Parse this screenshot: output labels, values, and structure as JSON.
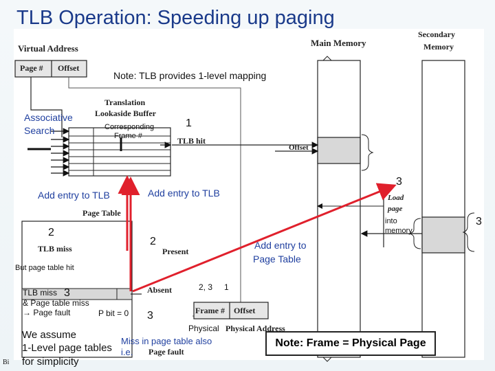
{
  "slide": {
    "title": "TLB Operation: Speeding up paging",
    "footer_fragment": "Bi"
  },
  "figure": {
    "virtual_address": "Virtual Address",
    "page_num": "Page #",
    "offset": "Offset",
    "main_memory": "Main Memory",
    "secondary_memory_1": "Secondary",
    "secondary_memory_2": "Memory",
    "tlb_title_1": "Translation",
    "tlb_title_2": "Lookaside Buffer",
    "tlb_hit": "TLB hit",
    "offset_label": "Offset",
    "load_page_1": "Load",
    "load_page_2": "page",
    "page_table": "Page Table",
    "tlb_miss": "TLB miss",
    "present": "Present",
    "absent": "Absent",
    "frame_num": "Frame #",
    "offset_2": "Offset",
    "physical_address": "Physical Address",
    "page_fault": "Page fault"
  },
  "annotations": {
    "note_tlb": "Note: TLB provides 1-level mapping",
    "assoc_1": "Associative",
    "assoc_2": "Search",
    "corr_1": "Corresponding",
    "corr_2": "Frame #",
    "num_1": "1",
    "num_3_top": "3",
    "num_3_right": "3",
    "add_tlb_left": "Add entry to TLB",
    "add_tlb_mid": "Add entry to TLB",
    "into_1": "into",
    "into_2": "memory",
    "num_2_left": "2",
    "num_2_mid": "2",
    "add_pt_1": "Add entry to",
    "add_pt_2": "Page Table",
    "but_pt_hit": "But page table hit",
    "tlb_miss_small": "TLB miss",
    "num_3_small": "3",
    "and_pt_miss": "& Page table miss",
    "page_fault_small": "→ Page fault",
    "pbit": "P bit = 0",
    "num_3_bottom": "3",
    "num_23": "2, 3",
    "num_1_bottom": "1",
    "assume_1": "We assume",
    "assume_2": "1-Level page tables",
    "assume_3": "for simplicity",
    "miss_1": "Miss in page table also",
    "miss_2": "i.e.",
    "note_frame": "Note: Frame = Physical Page"
  },
  "colors": {
    "title": "#1a3a8a",
    "annotation": "#1f3f9f",
    "arrow_red": "#e0202c",
    "shaded": "#d8d8d8"
  }
}
